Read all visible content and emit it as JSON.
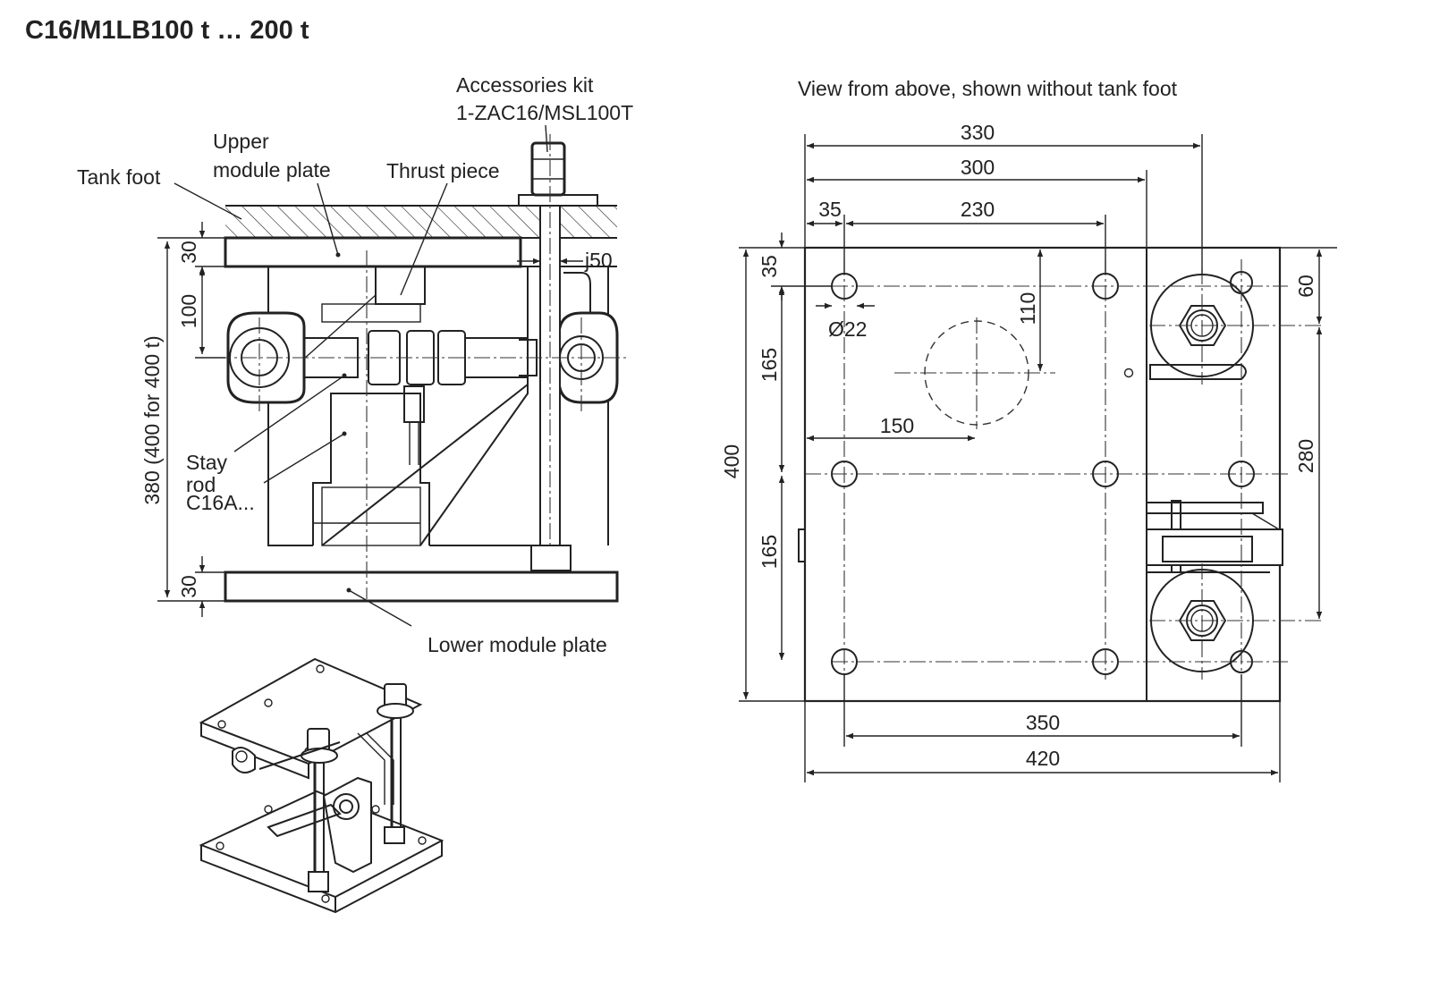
{
  "title": "C16/M1LB100 t … 200 t",
  "side_view": {
    "labels": {
      "accessories_kit_line1": "Accessories kit",
      "accessories_kit_line2": "1-ZAC16/MSL100T",
      "upper_module_plate_line1": "Upper",
      "upper_module_plate_line2": "module plate",
      "tank_foot": "Tank foot",
      "thrust_piece": "Thrust piece",
      "stay_rod_line1": "Stay",
      "stay_rod_line2": "rod",
      "c16a": "C16A...",
      "lower_module_plate": "Lower module plate"
    },
    "dimensions": {
      "upper_plate_thickness": "30",
      "upper_offset": "100",
      "total_height": "380 (400 for 400 t)",
      "lower_plate_thickness": "30",
      "rod_diameter": "j50"
    }
  },
  "top_view": {
    "caption": "View from above, shown without tank foot",
    "dimensions": {
      "width_330": "330",
      "width_300": "300",
      "edge_35": "35",
      "hole_spacing_230": "230",
      "top_edge_35": "35",
      "offset_110": "110",
      "hole_diameter": "Ø22",
      "hole_pitch_165_upper": "165",
      "center_150": "150",
      "height_400": "400",
      "hole_pitch_165_lower": "165",
      "rod_offset_60": "60",
      "rod_spacing_280": "280",
      "hole_span_350": "350",
      "total_width_420": "420"
    }
  }
}
